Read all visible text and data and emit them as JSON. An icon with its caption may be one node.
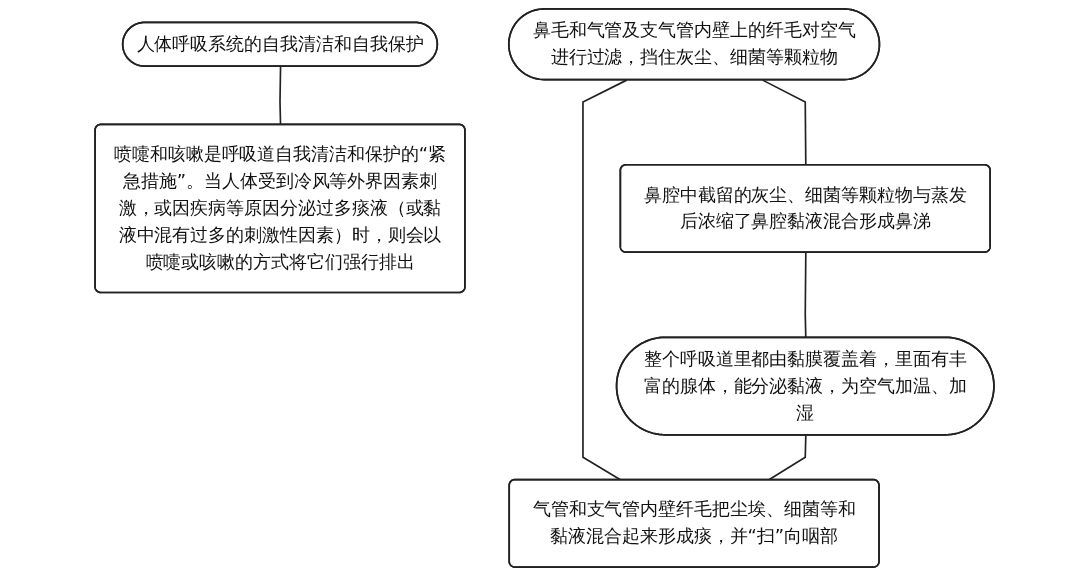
{
  "diagram": {
    "nodes": [
      {
        "text": [
          "人体呼吸系统的自我清洁和自我保护"
        ]
      },
      {
        "text": [
          "鼻毛和气管及支气管内壁上的纤毛对空气进行过滤，挡住灰尘、细菌等颗粒物"
        ]
      },
      {
        "text": [
          "整个呼吸道里都由黏膜覆盖着，里面有丰富的腺体，能分泌黏液，为空气加温、加湿"
        ]
      },
      {
        "text": [
          "鼻腔中截留的灰尘、细菌等颗粒物与蒸发后浓缩了鼻腔黏液混合形成鼻涕"
        ]
      },
      {
        "text": [
          "气管和支气管内壁纤毛把尘埃、细菌等和黏液混合起来形成痰，并“扫”向咽部"
        ]
      },
      {
        "text": [
          "喷嚏和咳嗽是呼吸道自我清洁和保护的“紧急措施”。当人体受到冷风等外界因素刺激，或因疾病等原因分泌过多痰液（或黏液中混有过多的刺激性因素）时，则会以喷嚏或咳嗽的方式将它们强行排出"
        ]
      }
    ],
    "edges": [
      {
        "from": 0,
        "to": 5,
        "arrow": "none"
      },
      {
        "from": 1,
        "to": 4,
        "arrow": "none"
      },
      {
        "from": 3,
        "to": 2,
        "arrow": "none"
      },
      {
        "from": 1,
        "to": 3,
        "arrow": "none"
      },
      {
        "from": 2,
        "to": 4,
        "arrow": "none"
      }
    ]
  }
}
